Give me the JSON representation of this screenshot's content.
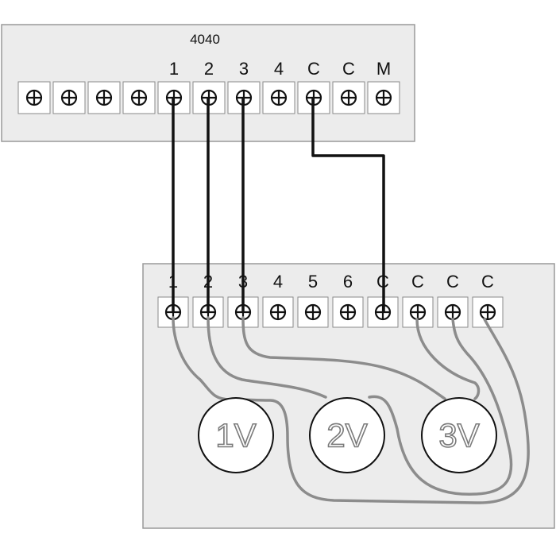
{
  "controller": {
    "model": "4040",
    "terminals": [
      "",
      "",
      "",
      "",
      "1",
      "2",
      "3",
      "4",
      "C",
      "C",
      "M"
    ]
  },
  "module": {
    "terminals": [
      "1",
      "2",
      "3",
      "4",
      "5",
      "6",
      "C",
      "C",
      "C",
      "C"
    ]
  },
  "valves": [
    "1V",
    "2V",
    "3V"
  ],
  "colors": {
    "panel": "#ececec",
    "black_wire": "#111111",
    "grey_wire": "#8c8c8c"
  }
}
